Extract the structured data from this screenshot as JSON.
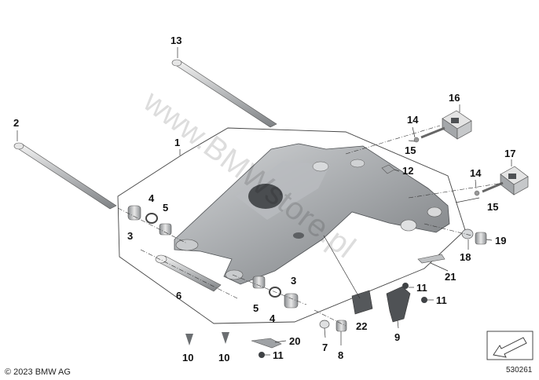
{
  "watermark": "www.BMWstore.pl",
  "copyright": "© 2023 BMW AG",
  "diagram_id": "530261",
  "callouts": {
    "c1": "1",
    "c2": "2",
    "c3a": "3",
    "c3b": "3",
    "c4a": "4",
    "c4b": "4",
    "c5a": "5",
    "c5b": "5",
    "c6": "6",
    "c7": "7",
    "c8": "8",
    "c9": "9",
    "c10a": "10",
    "c10b": "10",
    "c11a": "11",
    "c11b": "11",
    "c11c": "11",
    "c12": "12",
    "c13": "13",
    "c14a": "14",
    "c14b": "14",
    "c15a": "15",
    "c15b": "15",
    "c16": "16",
    "c17": "17",
    "c18": "18",
    "c19": "19",
    "c20": "20",
    "c21": "21",
    "c22": "22"
  }
}
